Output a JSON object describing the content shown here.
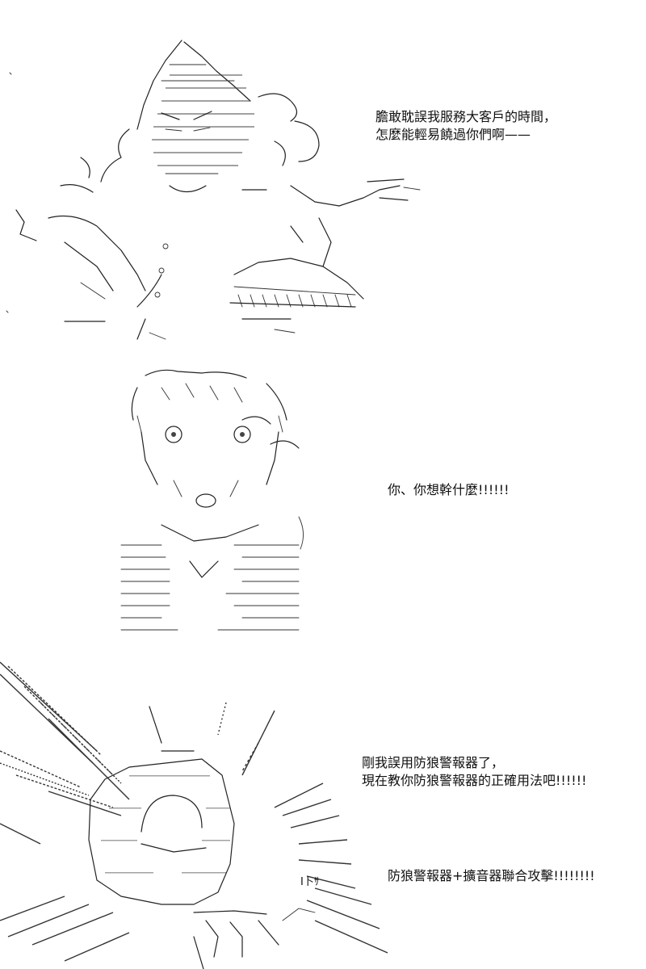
{
  "panels": [
    {
      "caption_lines": [
        "膽敢耽誤我服務大客戶的時間，",
        "怎麼能輕易饒過你們啊——"
      ]
    },
    {
      "caption_lines": [
        "你、你想幹什麼!!!!!!"
      ]
    },
    {
      "caption_lines": [
        "剛我誤用防狼警報器了，",
        "現在教你防狼警報器的正確用法吧!!!!!!"
      ],
      "caption2_lines": [
        "防狼警報器+擴音器聯合攻擊!!!!!!!!"
      ],
      "sfx": "I卜ｻ"
    }
  ],
  "colors": {
    "background": "#ffffff",
    "ink": "#111111"
  }
}
